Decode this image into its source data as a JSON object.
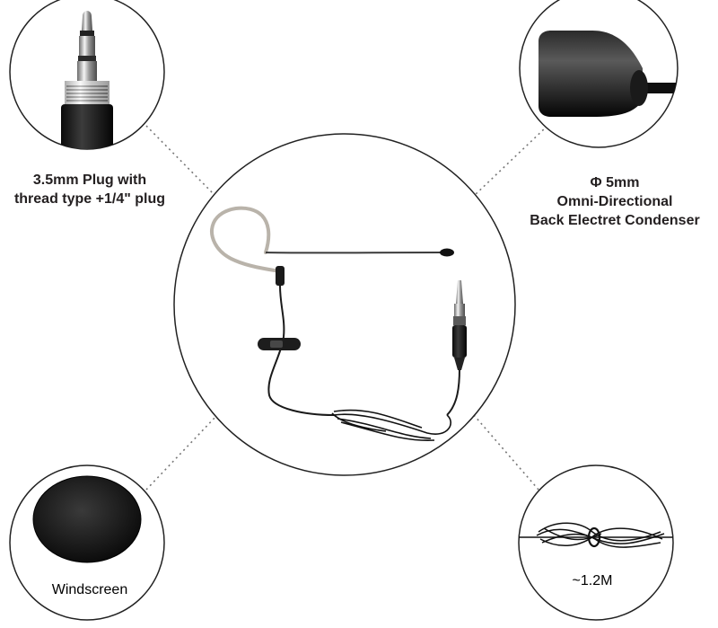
{
  "plug": {
    "line1": "3.5mm Plug with",
    "line2": "thread type +1/4\" plug"
  },
  "capsule": {
    "line1": "Φ 5mm",
    "line2": "Omni-Directional",
    "line3": "Back Electret Condenser"
  },
  "windscreen": {
    "label": "Windscreen"
  },
  "cable": {
    "label": "~1.2M"
  }
}
